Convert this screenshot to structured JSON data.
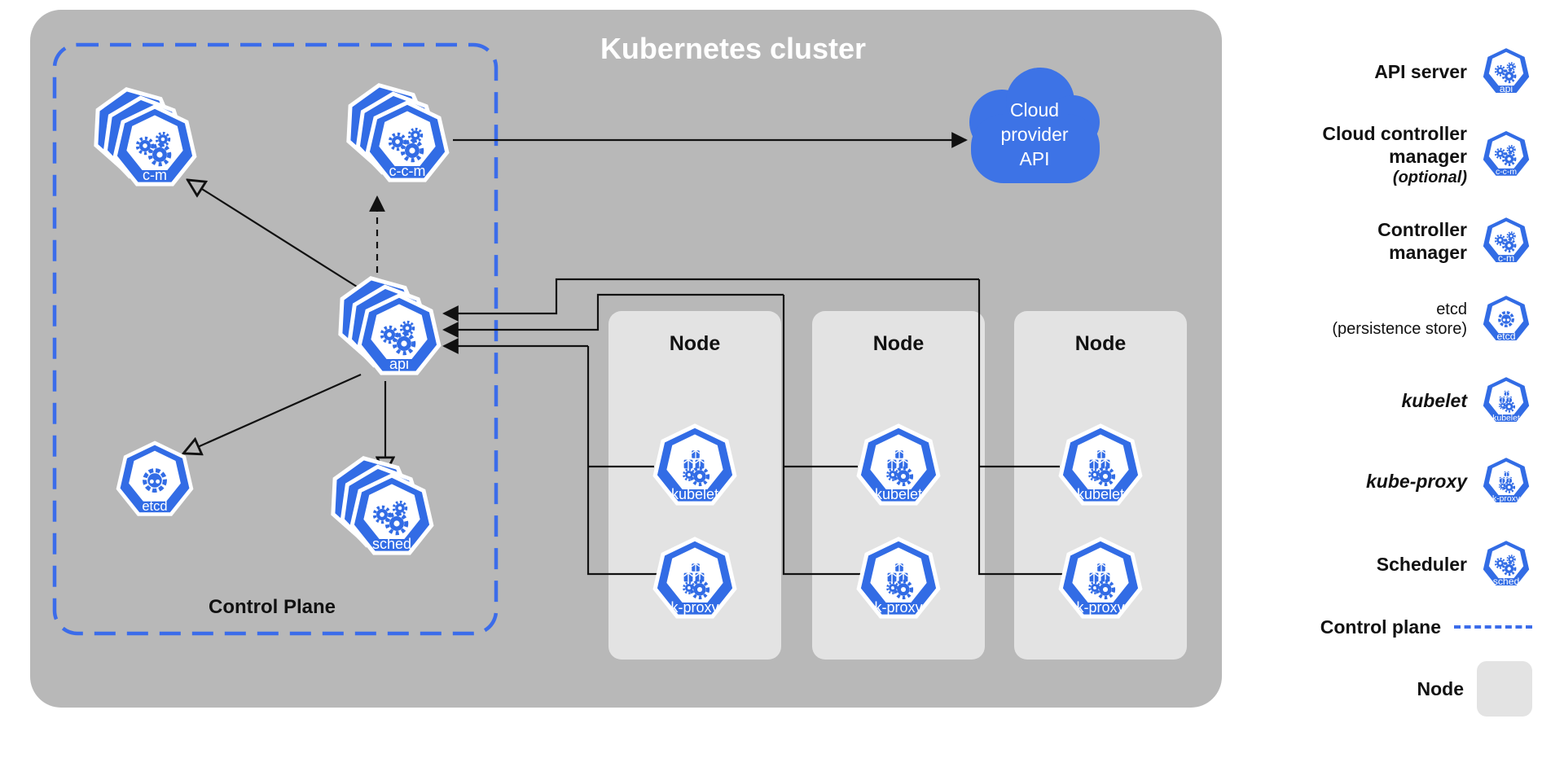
{
  "colors": {
    "k8s_blue": "#326ce5",
    "cloud_blue": "#3d73e6",
    "dash_blue": "#3b6cea",
    "container_gray": "#b8b8b8",
    "node_gray": "#e3e3e3",
    "line_black": "#111111"
  },
  "diagram": {
    "title": "Kubernetes cluster",
    "control_plane_label": "Control Plane",
    "cloud_lines": [
      "Cloud",
      "provider",
      "API"
    ],
    "icons": {
      "cm": "c-m",
      "ccm": "c-c-m",
      "api": "api",
      "etcd": "etcd",
      "sched": "sched",
      "kubelet": "kubelet",
      "kproxy": "k-proxy"
    },
    "nodes": [
      {
        "title": "Node"
      },
      {
        "title": "Node"
      },
      {
        "title": "Node"
      }
    ]
  },
  "legend": {
    "items": [
      {
        "lines": [
          "API server"
        ],
        "icon_label": "api"
      },
      {
        "lines": [
          "Cloud controller",
          "manager",
          "(optional)"
        ],
        "icon_label": "c-c-m"
      },
      {
        "lines": [
          "Controller",
          "manager"
        ],
        "icon_label": "c-m"
      },
      {
        "lines": [
          "etcd",
          "(persistence store)"
        ],
        "icon_label": "etcd"
      },
      {
        "lines": [
          "kubelet"
        ],
        "icon_label": "kubelet"
      },
      {
        "lines": [
          "kube-proxy"
        ],
        "icon_label": "k-proxy"
      },
      {
        "lines": [
          "Scheduler"
        ],
        "icon_label": "sched"
      },
      {
        "lines": [
          "Control plane"
        ]
      },
      {
        "lines": [
          "Node"
        ]
      }
    ]
  }
}
